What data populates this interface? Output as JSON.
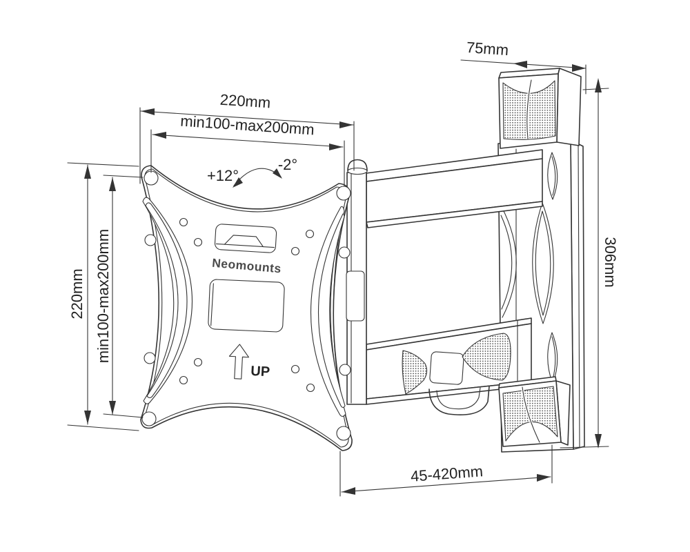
{
  "labels": {
    "logo": "Neomounts",
    "up": "UP"
  },
  "dimensions": {
    "top_width": "220mm",
    "top_vesa": "min100-max200mm",
    "left_height": "220mm",
    "left_vesa": "min100-max200mm",
    "depth": "75mm",
    "height": "306mm",
    "extension": "45-420mm",
    "tilt_up": "+12°",
    "tilt_down": "-2°"
  },
  "colors": {
    "line": "#343434",
    "text": "#222222",
    "background": "#ffffff",
    "mesh_dot": "#3a3a3a"
  }
}
